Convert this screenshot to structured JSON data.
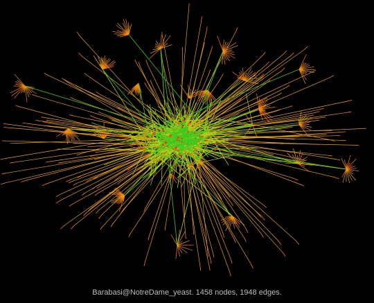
{
  "caption": "Barabasi@NotreDame_yeast. 1458 nodes, 1948 edges.",
  "graph": {
    "node_count": 1458,
    "edge_count": 1948
  },
  "colors": {
    "background": "#000000",
    "hub_edge": "#3ec81e",
    "mid_edge": "#a8d21a",
    "leaf_edge": "#e6a11c",
    "leaf_tip": "#ff7a14",
    "core_node": "#ff3a10",
    "caption_text": "#bdbdbd"
  }
}
